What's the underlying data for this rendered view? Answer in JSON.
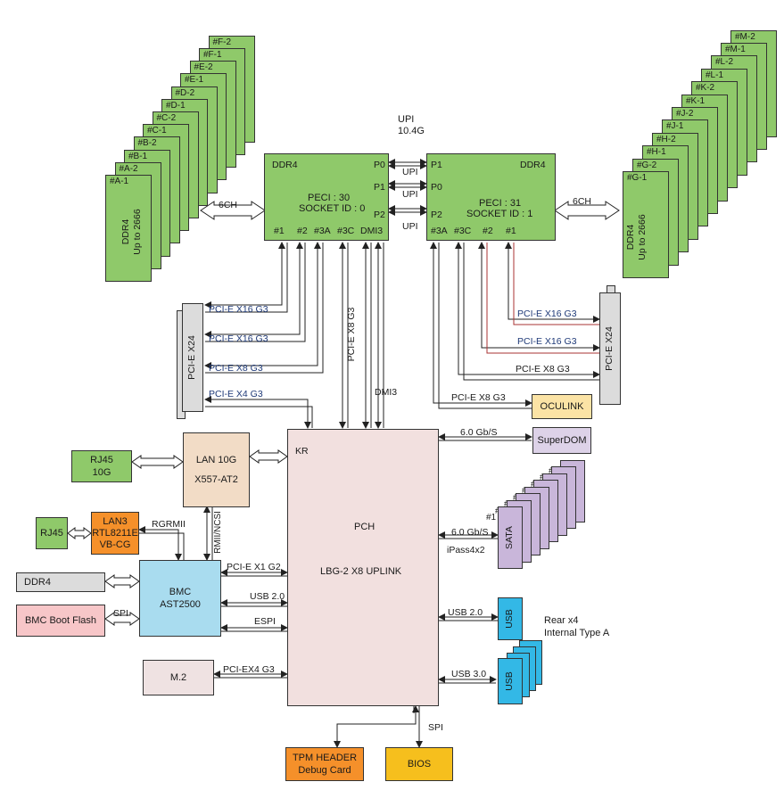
{
  "upi": {
    "title": "UPI",
    "speed": "10.4G",
    "link_label": "UPI"
  },
  "cpu0": {
    "ddr": "DDR4",
    "peci": "PECI : 30",
    "socket": "SOCKET ID : 0",
    "ports": [
      "P0",
      "P1",
      "P2"
    ],
    "lanes": [
      "#1",
      "#2",
      "#3A",
      "#3C",
      "DMI3"
    ]
  },
  "cpu1": {
    "ddr": "DDR4",
    "peci": "PECI : 31",
    "socket": "SOCKET ID : 1",
    "ports": [
      "P1",
      "P0",
      "P2"
    ],
    "lanes": [
      "#3A",
      "#3C",
      "#2",
      "#1"
    ]
  },
  "dimms_left": [
    "#A-1",
    "#A-2",
    "#B-1",
    "#B-2",
    "#C-1",
    "#C-2",
    "#D-1",
    "#D-2",
    "#E-1",
    "#E-2",
    "#F-1",
    "#F-2"
  ],
  "dimms_right": [
    "#G-1",
    "#G-2",
    "#H-1",
    "#H-2",
    "#J-1",
    "#J-2",
    "#K-1",
    "#K-2",
    "#L-1",
    "#L-2",
    "#M-1",
    "#M-2"
  ],
  "dimm_label": {
    "line1": "DDR4",
    "line2": "Up to 2666"
  },
  "channel_label": "6CH",
  "pcie_left": {
    "slot": "PCI-E X24",
    "links": [
      "PCI-E X16 G3",
      "PCI-E X16 G3",
      "PCI-E X8 G3",
      "PCI-E X4 G3"
    ]
  },
  "pcie_right": {
    "slot": "PCI-E X24",
    "links": [
      "PCI-E X16 G3",
      "PCI-E X16 G3",
      "PCI-E X8 G3"
    ]
  },
  "oculink": {
    "link": "PCI-E X8 G3",
    "label": "OCULINK"
  },
  "pch_uplinks": {
    "pcie": "PCI-E X8 G3",
    "dmi": "DMI3"
  },
  "pch": {
    "title": "PCH",
    "subtitle": "LBG-2  X8 UPLINK",
    "kr": "KR"
  },
  "superdom": {
    "speed": "6.0 Gb/S",
    "label": "SuperDOM"
  },
  "sata": {
    "speed": "6.0 Gb/S",
    "ipass": "iPass4x2",
    "label": "SATA",
    "ports": [
      "#1",
      "#2",
      "#3",
      "#4",
      "#5",
      "#6",
      "#7",
      "#8"
    ]
  },
  "rj45_10g": {
    "line1": "RJ45",
    "line2": "10G"
  },
  "lan10g": {
    "line1": "LAN 10G",
    "line2": "X557-AT2"
  },
  "rmi": "RMII/NCSI",
  "rj45": "RJ45",
  "lan3": {
    "line1": "LAN3",
    "line2": "RTL8211E",
    "line3": "VB-CG"
  },
  "rgrmii": "RGRMII",
  "ddr4_bmc": "DDR4",
  "bmc": {
    "line1": "BMC",
    "line2": "AST2500"
  },
  "bmc_flash": {
    "label": "BMC Boot Flash",
    "link": "SPI"
  },
  "bmc_links": [
    "PCI-E X1 G2",
    "USB 2.0",
    "ESPI"
  ],
  "m2": {
    "label": "M.2",
    "link": "PCI-EX4 G3"
  },
  "usb_rear": {
    "speed": "USB 2.0",
    "label": "USB",
    "note1": "Rear x4",
    "note2": "Internal Type A"
  },
  "usb3": {
    "speed": "USB 3.0",
    "label": "USB"
  },
  "spi": "SPI",
  "tpm": {
    "line1": "TPM HEADER",
    "line2": "Debug Card"
  },
  "bios": "BIOS"
}
